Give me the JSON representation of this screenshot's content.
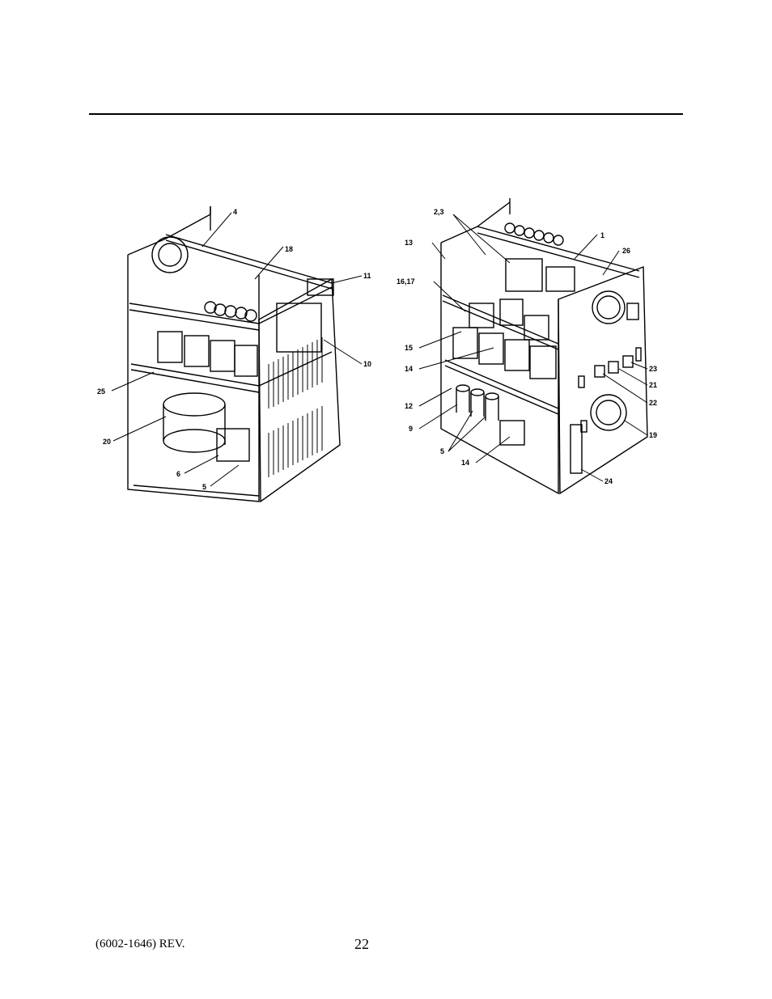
{
  "figures": {
    "left": {
      "callouts": [
        "4",
        "18",
        "11",
        "10",
        "25",
        "20",
        "6",
        "5"
      ]
    },
    "right": {
      "callouts": [
        "2,3",
        "1",
        "26",
        "13",
        "16,17",
        "15",
        "14",
        "12",
        "9",
        "5",
        "14",
        "23",
        "21",
        "22",
        "19",
        "24"
      ]
    }
  },
  "footer": {
    "doc_number": "(6002-1646) REV.",
    "page_number": "22"
  }
}
